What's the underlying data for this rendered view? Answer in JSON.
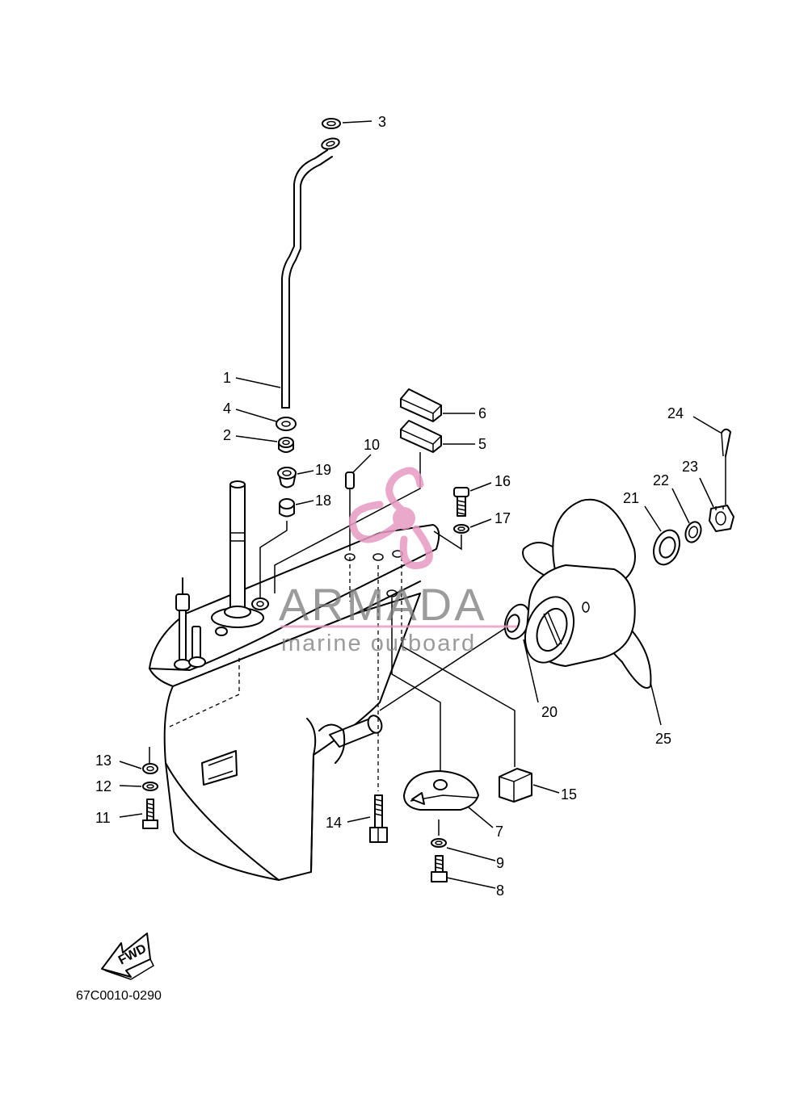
{
  "diagram": {
    "callouts": [
      {
        "id": "c1",
        "label": "1"
      },
      {
        "id": "c2",
        "label": "2"
      },
      {
        "id": "c3",
        "label": "3"
      },
      {
        "id": "c4",
        "label": "4"
      },
      {
        "id": "c5",
        "label": "5"
      },
      {
        "id": "c6",
        "label": "6"
      },
      {
        "id": "c7",
        "label": "7"
      },
      {
        "id": "c8",
        "label": "8"
      },
      {
        "id": "c9",
        "label": "9"
      },
      {
        "id": "c10",
        "label": "10"
      },
      {
        "id": "c11",
        "label": "11"
      },
      {
        "id": "c12",
        "label": "12"
      },
      {
        "id": "c13",
        "label": "13"
      },
      {
        "id": "c14",
        "label": "14"
      },
      {
        "id": "c15",
        "label": "15"
      },
      {
        "id": "c16",
        "label": "16"
      },
      {
        "id": "c17",
        "label": "17"
      },
      {
        "id": "c18",
        "label": "18"
      },
      {
        "id": "c19",
        "label": "19"
      },
      {
        "id": "c20",
        "label": "20"
      },
      {
        "id": "c21",
        "label": "21"
      },
      {
        "id": "c22",
        "label": "22"
      },
      {
        "id": "c23",
        "label": "23"
      },
      {
        "id": "c24",
        "label": "24"
      },
      {
        "id": "c25",
        "label": "25"
      }
    ],
    "fwd_label": "FWD",
    "drawing_code": "67C0010-0290"
  },
  "watermark": {
    "brand": "ARMADA",
    "tagline": "marine outboard",
    "logo_color": "#e79ac2",
    "text_color": "#7a7a7a"
  }
}
